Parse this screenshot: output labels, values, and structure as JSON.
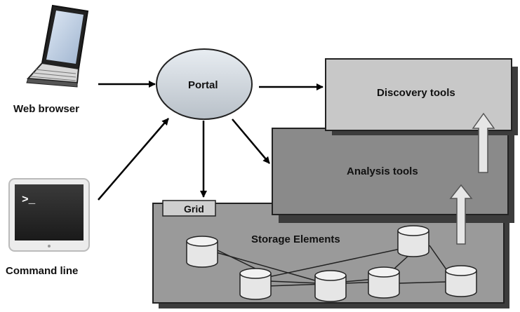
{
  "diagram": {
    "web_browser_label": "Web browser",
    "command_line_label": "Command line",
    "portal_label": "Portal",
    "discovery_label": "Discovery tools",
    "analysis_label": "Analysis tools",
    "grid_label": "Grid",
    "storage_label": "Storage Elements",
    "terminal_prompt": ">_"
  }
}
